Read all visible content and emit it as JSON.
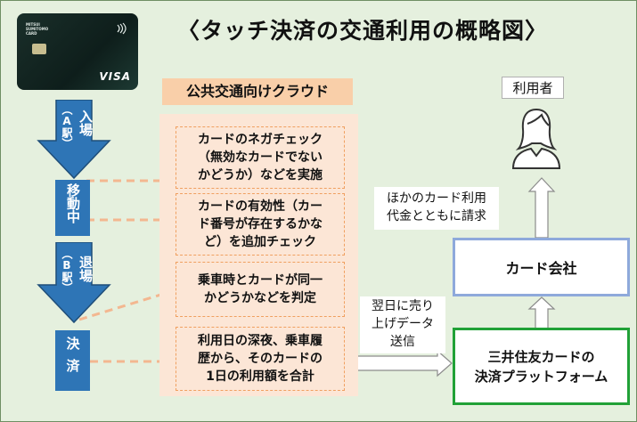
{
  "title": "〈タッチ決済の交通利用の概略図〉",
  "card": {
    "brand_lines": [
      "MITSUI",
      "SUMITOMO",
      "CARD"
    ],
    "network": "VISA"
  },
  "cloud": {
    "label": "公共交通向けクラウド",
    "processes": [
      {
        "lines": [
          "カードのネガチェック",
          "（無効なカードでない",
          "かどうか）などを実施"
        ]
      },
      {
        "lines": [
          "カードの有効性（カー",
          "ド番号が存在するかな",
          "ど）を追加チェック"
        ]
      },
      {
        "lines": [
          "乗車時とカードが同一",
          "かどうかなどを判定"
        ]
      },
      {
        "lines": [
          "利用日の深夜、乗車履",
          "歴から、そのカードの",
          "1日の利用額を合計"
        ]
      }
    ]
  },
  "flow": {
    "entry": {
      "main": "入場",
      "sub": "（A駅）"
    },
    "moving": "移動中",
    "exit": {
      "main": "退場",
      "sub": "（B駅）"
    },
    "settlement": "決済"
  },
  "right": {
    "user_label": "利用者",
    "billing_note": [
      "ほかのカード利用",
      "代金とともに請求"
    ],
    "card_company": "カード会社",
    "sales_note": [
      "翌日に売り",
      "上げデータ",
      "送信"
    ],
    "platform": [
      "三井住友カードの",
      "決済プラットフォーム"
    ]
  },
  "colors": {
    "background": "#e5f0de",
    "blue": "#2e75b6",
    "cloud_label": "#f9cfa9",
    "cloud_box": "#fce6d6",
    "dashed": "#f0a060",
    "card_company_border": "#8ea9db",
    "platform_border": "#21a137"
  },
  "icons": [
    "user-icon",
    "contactless-icon",
    "chip-icon"
  ]
}
